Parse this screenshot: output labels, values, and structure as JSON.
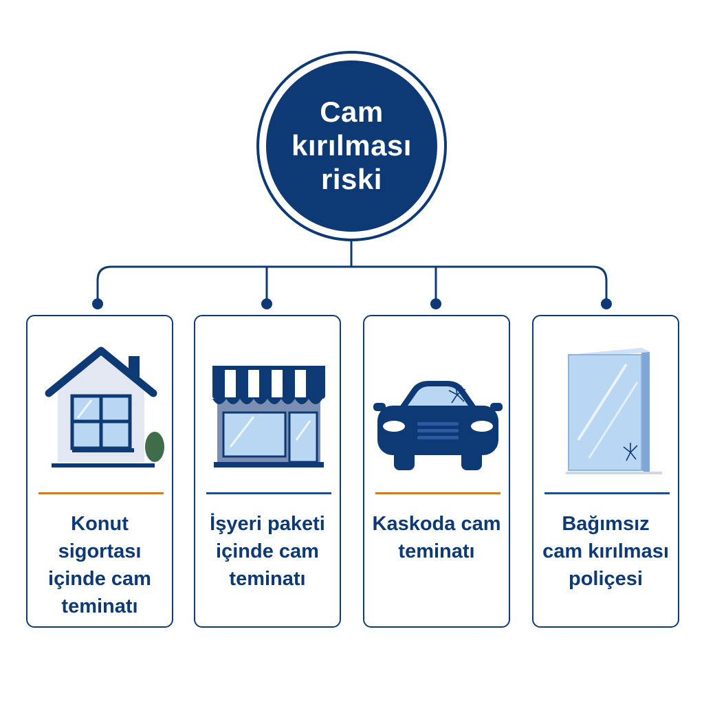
{
  "root": {
    "title": "Cam kırılması riski"
  },
  "children": [
    {
      "label": "Konut sigortası içinde cam teminatı",
      "icon": "house-icon",
      "divider_color": "#d37a1f"
    },
    {
      "label": "İşyeri paketi içinde cam teminatı",
      "icon": "storefront-icon",
      "divider_color": "#1f4e8c"
    },
    {
      "label": "Kaskoda cam teminatı",
      "icon": "car-icon",
      "divider_color": "#d37a1f"
    },
    {
      "label": "Bağımsız cam kırılması poliçesi",
      "icon": "glass-pane-icon",
      "divider_color": "#1f4e8c"
    }
  ],
  "colors": {
    "primary": "#0d3a75",
    "accent_orange": "#d37a1f",
    "glass": "#b9d6f2"
  }
}
